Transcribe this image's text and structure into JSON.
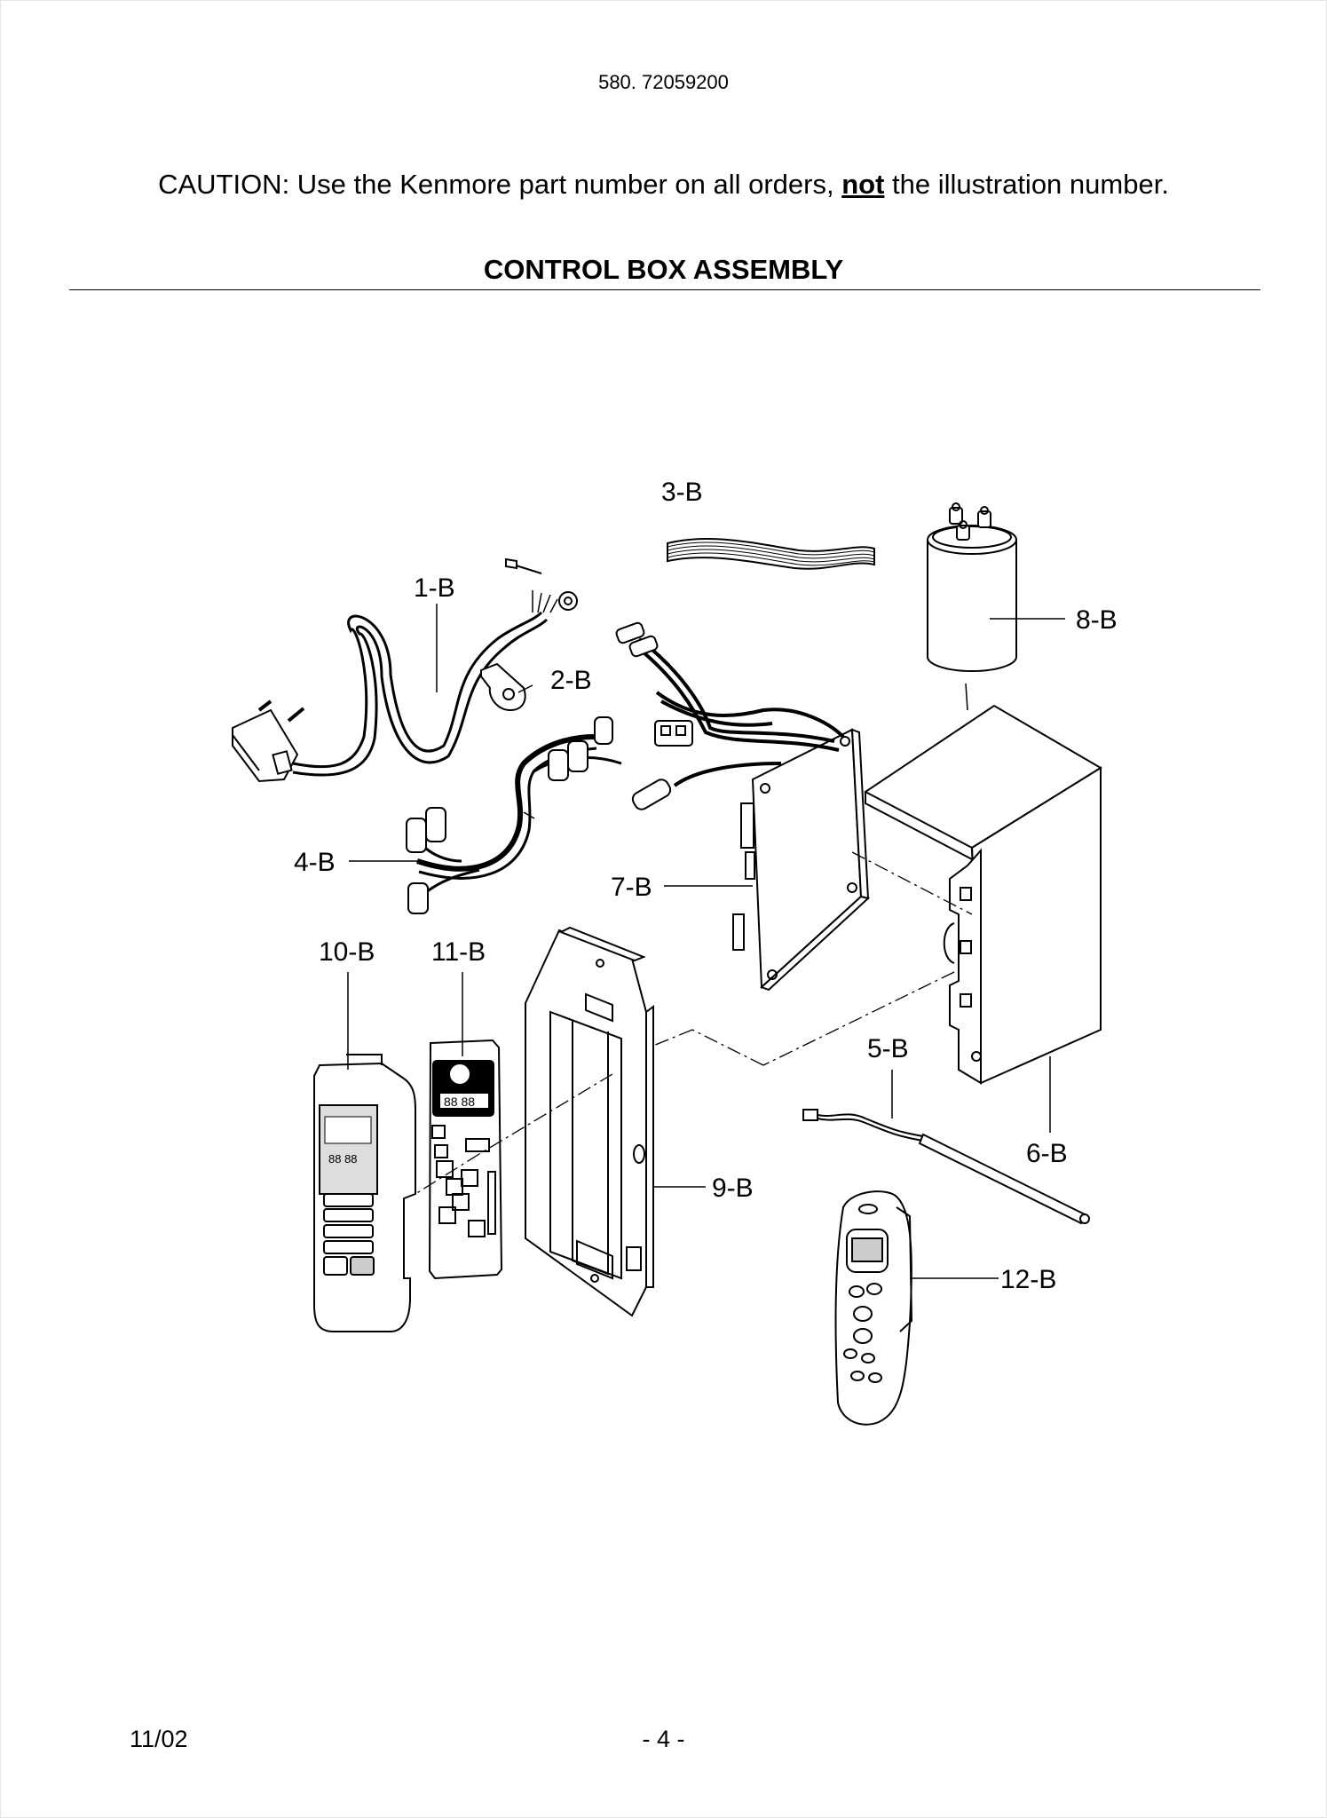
{
  "header": {
    "model_number": "580. 72059200",
    "caution_prefix": "CAUTION: Use the Kenmore part number on all orders, ",
    "caution_emphasis": "not",
    "caution_suffix": " the illustration number.",
    "section_title": "CONTROL BOX ASSEMBLY"
  },
  "diagram": {
    "callouts": {
      "p1": "1-B",
      "p2": "2-B",
      "p3": "3-B",
      "p4": "4-B",
      "p5": "5-B",
      "p6": "6-B",
      "p7": "7-B",
      "p8": "8-B",
      "p9": "9-B",
      "p10": "10-B",
      "p11": "11-B",
      "p12": "12-B"
    }
  },
  "footer": {
    "date": "11/02",
    "page": "- 4 -"
  }
}
